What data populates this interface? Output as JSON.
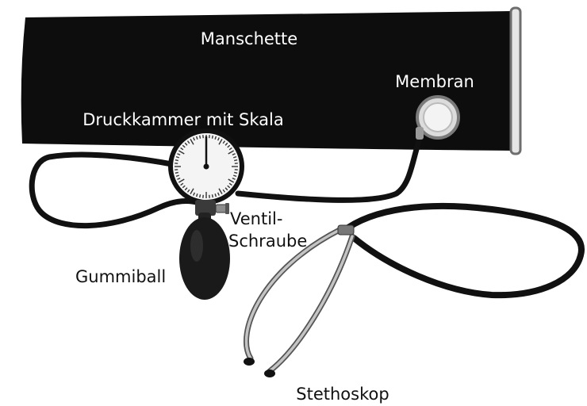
{
  "labels": {
    "cuff": "Manschette",
    "membrane": "Membran",
    "pressure_chamber": "Druckkammer mit Skala",
    "valve_line1": "Ventil-",
    "valve_line2": "Schraube",
    "bulb": "Gummiball",
    "stethoscope": "Stethoskop"
  },
  "colors": {
    "cuff": "#0d0d0d",
    "tubing": "#111111",
    "metal": "#a8a8a8",
    "gauge_face": "#f4f4f4"
  }
}
